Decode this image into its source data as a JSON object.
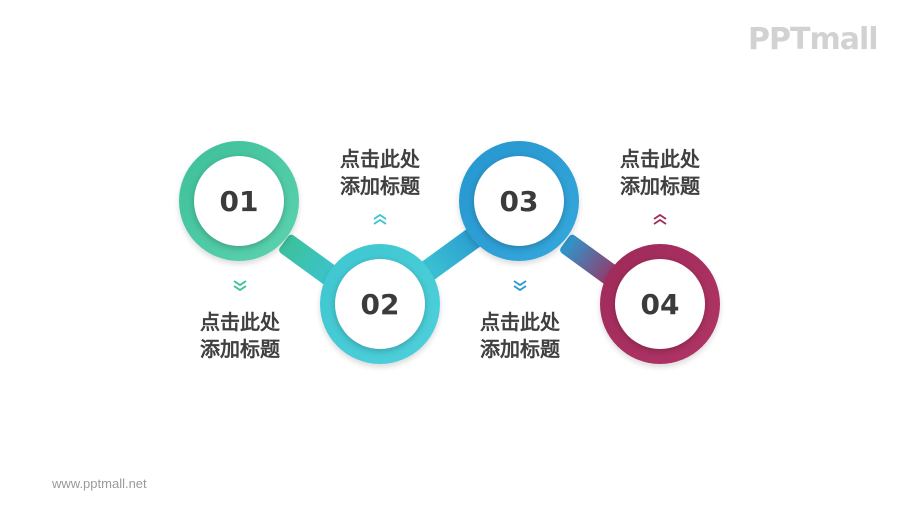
{
  "brand": {
    "logo_text": "PPTmall",
    "footer_url": "www.pptmall.net"
  },
  "steps": [
    {
      "number": "01",
      "title_line1": "点击此处",
      "title_line2": "添加标题",
      "color": "#3cc09a",
      "arrow": "chevron-down"
    },
    {
      "number": "02",
      "title_line1": "点击此处",
      "title_line2": "添加标题",
      "color": "#3cc4d3",
      "arrow": "chevron-up"
    },
    {
      "number": "03",
      "title_line1": "点击此处",
      "title_line2": "添加标题",
      "color": "#2a9ad0",
      "arrow": "chevron-down"
    },
    {
      "number": "04",
      "title_line1": "点击此处",
      "title_line2": "添加标题",
      "color": "#a22d5c",
      "arrow": "chevron-up"
    }
  ]
}
